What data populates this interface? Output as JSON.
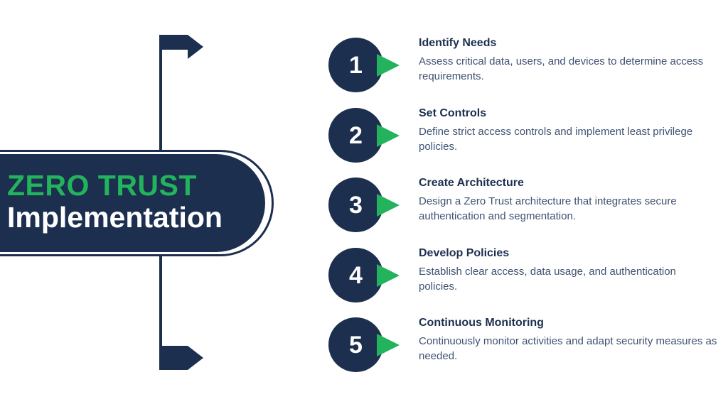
{
  "colors": {
    "navy": "#1c2f4f",
    "green": "#22b35c",
    "body_text": "#3f5272",
    "background": "#ffffff",
    "white": "#ffffff"
  },
  "title_card": {
    "line1": "ZERO TRUST",
    "line2": "Implementation"
  },
  "flow": {
    "top_arrow_label": "arrow-right",
    "bottom_arrow_label": "arrow-right",
    "connector_label": "vertical-connector-line"
  },
  "steps": [
    {
      "number": "1",
      "title": "Identify Needs",
      "description": "Assess critical data, users, and devices to determine access requirements."
    },
    {
      "number": "2",
      "title": "Set Controls",
      "description": "Define strict access controls and implement least privilege policies."
    },
    {
      "number": "3",
      "title": "Create Architecture",
      "description": "Design a Zero Trust architecture that integrates secure authentication and segmentation."
    },
    {
      "number": "4",
      "title": "Develop Policies",
      "description": "Establish clear access, data usage, and authentication policies."
    },
    {
      "number": "5",
      "title": "Continuous Monitoring",
      "description": "Continuously monitor activities and adapt security measures as needed."
    }
  ]
}
